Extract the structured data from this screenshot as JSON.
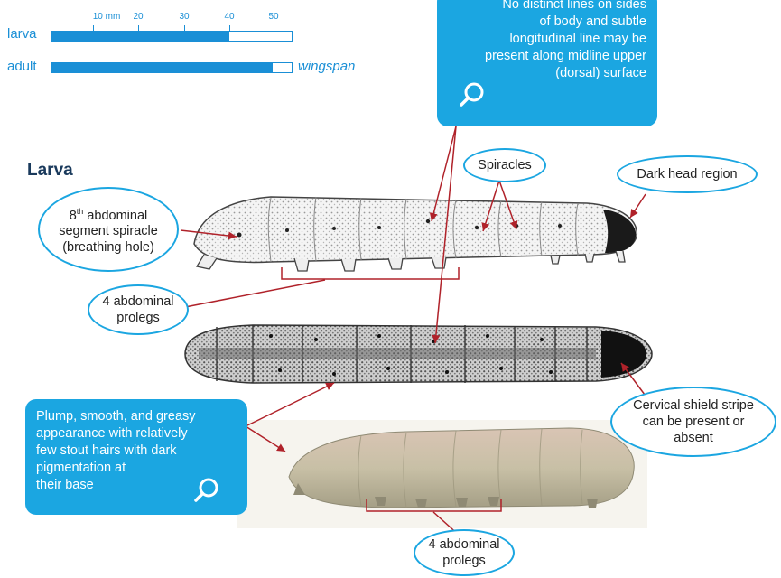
{
  "size_chart": {
    "scale_labels": [
      "10 mm",
      "20",
      "30",
      "40",
      "50"
    ],
    "rows": [
      {
        "label": "larva",
        "fill_fraction": 0.74
      },
      {
        "label": "adult",
        "fill_fraction": 0.92
      }
    ],
    "adult_suffix": "wingspan"
  },
  "section_title": "Larva",
  "info_top": "No distinct lines on sides\nof body and subtle\nlongitudinal line may be\npresent along midline upper\n(dorsal) surface",
  "info_bottom": "Plump, smooth, and greasy\nappearance with relatively\nfew stout hairs with dark\npigmentation at\ntheir base",
  "callouts": {
    "spiracle_8_pre": "8",
    "spiracle_8_sup": "th",
    "spiracle_8_rest": " abdominal\nsegment spiracle\n(breathing hole)",
    "spiracles": "Spiracles",
    "dark_head": "Dark head region",
    "prolegs_top": "4 abdominal\nprolegs",
    "cervical": "Cervical shield stripe\ncan be present or\nabsent",
    "prolegs_bottom": "4 abdominal\nprolegs"
  },
  "colors": {
    "accent": "#1ba6e1",
    "arrow": "#b0222a",
    "title": "#1a3a5c"
  },
  "icons": [
    "magnifier-icon"
  ]
}
